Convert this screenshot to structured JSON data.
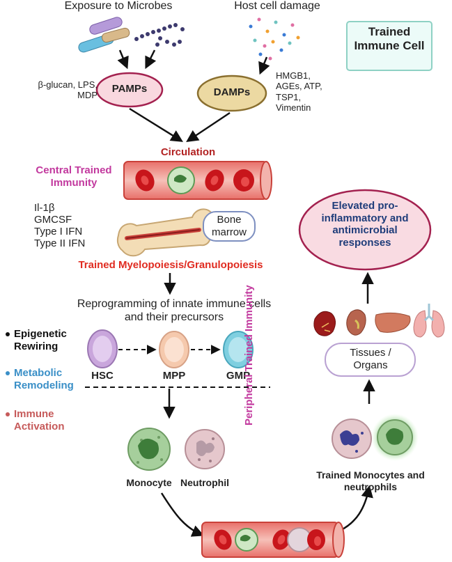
{
  "sources": {
    "microbes_label": "Exposure to Microbes",
    "host_damage_label": "Host cell damage"
  },
  "trained_immune_cell": "Trained Immune Cell",
  "pamps": {
    "label": "PAMPs",
    "examples": "β-glucan, LPS, MDP"
  },
  "damps": {
    "label": "DAMPs",
    "examples": "HMGB1, AGEs, ATP, TSP1, Vimentin"
  },
  "circulation": "Circulation",
  "central_trained_immunity": "Central Trained Immunity",
  "cytokines": [
    "Il-1β",
    "GMCSF",
    "Type I IFN",
    "Type II IFN"
  ],
  "bone_marrow": "Bone marrow",
  "myelopoiesis": "Trained Myelopoiesis/Granulopoiesis",
  "reprogramming": "Reprogramming of innate immune  cells and their precursors",
  "mechanisms": [
    {
      "label": "Epigenetic Rewiring",
      "color": "#111111"
    },
    {
      "label": "Metabolic Remodeling",
      "color": "#3a8fc7"
    },
    {
      "label": "Immune Activation",
      "color": "#c65a5a"
    }
  ],
  "progenitors": [
    {
      "label": "HSC",
      "color": "#c9a6dc"
    },
    {
      "label": "MPP",
      "color": "#f5c9ad"
    },
    {
      "label": "GMP",
      "color": "#7fcfe0"
    }
  ],
  "cells": {
    "monocyte": "Monocyte",
    "neutrophil": "Neutrophil"
  },
  "peripheral_trained_immunity": "Peripheral Trained Immunity",
  "trained_cells": "Trained Monocytes and neutrophils",
  "tissues": "Tissues / Organs",
  "responses": "Elevated pro-inflammatory and antimicrobial responses",
  "colors": {
    "magenta": "#c2399e",
    "red": "#e02b20",
    "vessel": "#d9534f",
    "dark_red_text": "#b22222",
    "navy": "#1f3d7a"
  }
}
